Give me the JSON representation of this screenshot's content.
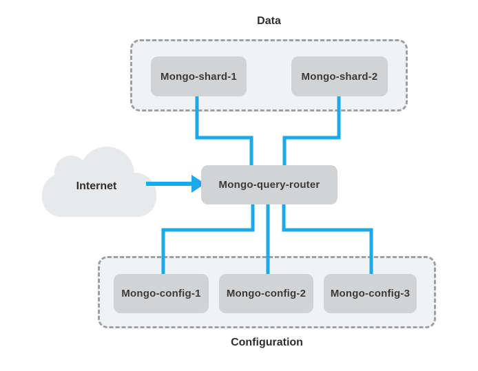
{
  "diagram": {
    "data_group": {
      "label": "Data",
      "nodes": [
        {
          "label": "Mongo-shard-1"
        },
        {
          "label": "Mongo-shard-2"
        }
      ]
    },
    "router": {
      "label": "Mongo-query-router"
    },
    "internet": {
      "label": "Internet"
    },
    "config_group": {
      "label": "Configuration",
      "nodes": [
        {
          "label": "Mongo-config-1"
        },
        {
          "label": "Mongo-config-2"
        },
        {
          "label": "Mongo-config-3"
        }
      ]
    },
    "colors": {
      "connector_blue": "#1ba9e8",
      "node_gray": "#d2d3d5",
      "group_fill": "#f1f2f4",
      "group_border": "#9da0a3",
      "cloud_gray": "#e8e9eb",
      "text_dark": "#3a3a3a"
    }
  }
}
